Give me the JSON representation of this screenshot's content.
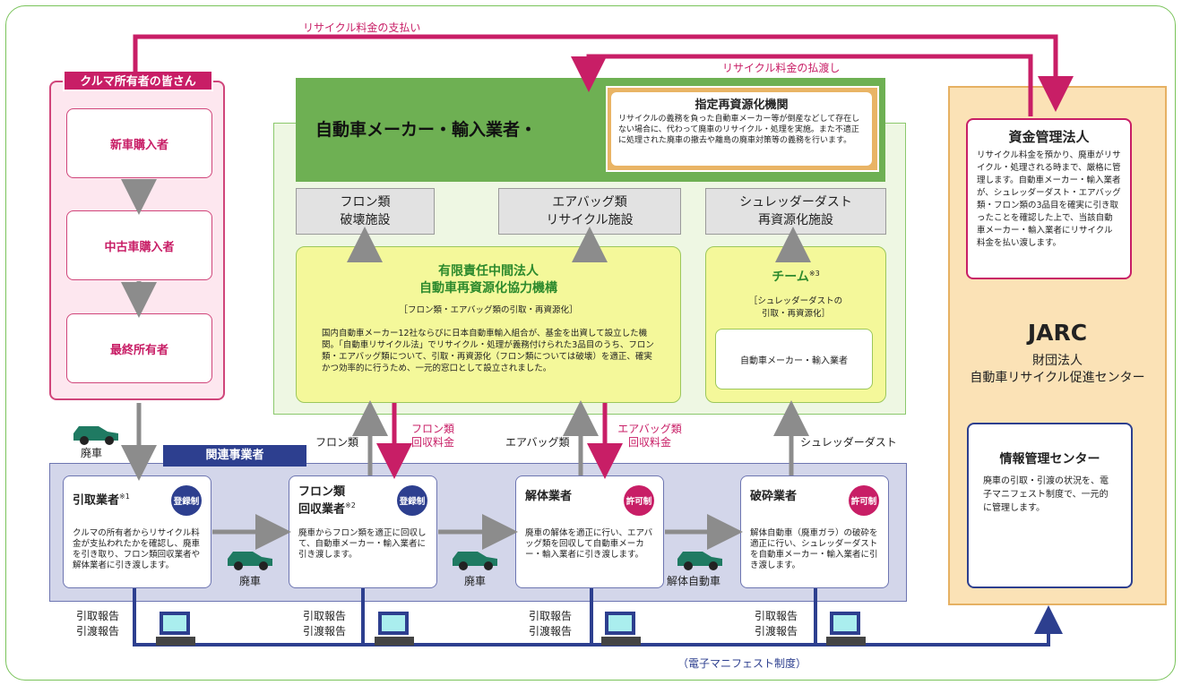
{
  "flows": {
    "pay": "リサイクル料金の支払い",
    "transfer": "リサイクル料金の払渡し"
  },
  "owners": {
    "header": "クルマ所有者の皆さん",
    "items": [
      "新車購入者",
      "中古車購入者",
      "最終所有者"
    ]
  },
  "maker": {
    "title": "自動車メーカー・輸入業者・",
    "designated_title": "指定再資源化機関",
    "designated_desc": "リサイクルの義務を負った自動車メーカー等が倒産などして存在しない場合に、代わって廃車のリサイクル・処理を実施。また不適正に処理された廃車の撤去や離島の廃車対策等の義務を行います。"
  },
  "facilities": {
    "freon": [
      "フロン類",
      "破壊施設"
    ],
    "airbag": [
      "エアバッグ類",
      "リサイクル施設"
    ],
    "shredder": [
      "シュレッダーダスト",
      "再資源化施設"
    ]
  },
  "llp": {
    "title": [
      "有限責任中間法人",
      "自動車再資源化協力機構"
    ],
    "note": "［フロン類・エアバッグ類の引取・再資源化］",
    "body": "国内自動車メーカー12社ならびに日本自動車輸入組合が、基金を出資して設立した機関。「自動車リサイクル法」でリサイクル・処理が義務付けられた3品目のうち、フロン類・エアバッグ類について、引取・再資源化（フロン類については破壊）を適正、確実かつ効率的に行うため、一元的窓口として設立されました。"
  },
  "team": {
    "title": "チーム",
    "mark": "※3",
    "note": [
      "［シュレッダーダストの",
      "引取・再資源化］"
    ],
    "inner": "自動車メーカー・輸入業者"
  },
  "jarc": {
    "name": "JARC",
    "sub": [
      "財団法人",
      "自動車リサイクル促進センター"
    ],
    "fund_title": "資金管理法人",
    "fund_desc": "リサイクル料金を預かり、廃車がリサイクル・処理される時まで、厳格に管理します。自動車メーカー・輸入業者が、シュレッダーダスト・エアバッグ類・フロン類の3品目を確実に引き取ったことを確認した上で、当該自動車メーカー・輸入業者にリサイクル料金を払い渡します。",
    "info_title": "情報管理センター",
    "info_desc": "廃車の引取・引渡の状況を、電子マニフェスト制度で、一元的に管理します。"
  },
  "business": {
    "header": "関連事業者",
    "cards": [
      {
        "title": "引取業者",
        "mark": "※1",
        "badge": "登録制",
        "badge_color": "#2d3f8f",
        "desc": "クルマの所有者からリサイクル料金が支払われたかを確認し、廃車を引き取り、フロン類回収業者や解体業者に引き渡します。"
      },
      {
        "title": "フロン類",
        "title2": "回収業者",
        "mark": "※2",
        "badge": "登録制",
        "badge_color": "#2d3f8f",
        "desc": "廃車からフロン類を適正に回収して、自動車メーカー・輸入業者に引き渡します。"
      },
      {
        "title": "解体業者",
        "mark": "",
        "badge": "許可制",
        "badge_color": "#c81e66",
        "desc": "廃車の解体を適正に行い、エアバッグ類を回収して自動車メーカー・輸入業者に引き渡します。"
      },
      {
        "title": "破砕業者",
        "mark": "",
        "badge": "許可制",
        "badge_color": "#c81e66",
        "desc": "解体自動車（廃車ガラ）の破砕を適正に行い、シュレッダーダストを自動車メーカー・輸入業者に引き渡します。"
      }
    ]
  },
  "labels": {
    "scrap": "廃車",
    "scrap1": "廃車",
    "scrap2": "廃車",
    "dismantled": "解体自動車",
    "freon": "フロン類",
    "airbag": "エアバッグ類",
    "shredder": "シュレッダーダスト",
    "freon_fee": [
      "フロン類",
      "回収料金"
    ],
    "airbag_fee": [
      "エアバッグ類",
      "回収料金"
    ],
    "report": [
      "引取報告",
      "引渡報告"
    ],
    "manifest": "（電子マニフェスト制度）"
  },
  "colors": {
    "magenta": "#c81e66",
    "navy": "#2d3f8f",
    "green": "#6eb053",
    "orange": "#e6b163",
    "grey": "#8c8c8c"
  },
  "icons": [
    "car-icon",
    "computer-icon",
    "arrow-icon"
  ]
}
